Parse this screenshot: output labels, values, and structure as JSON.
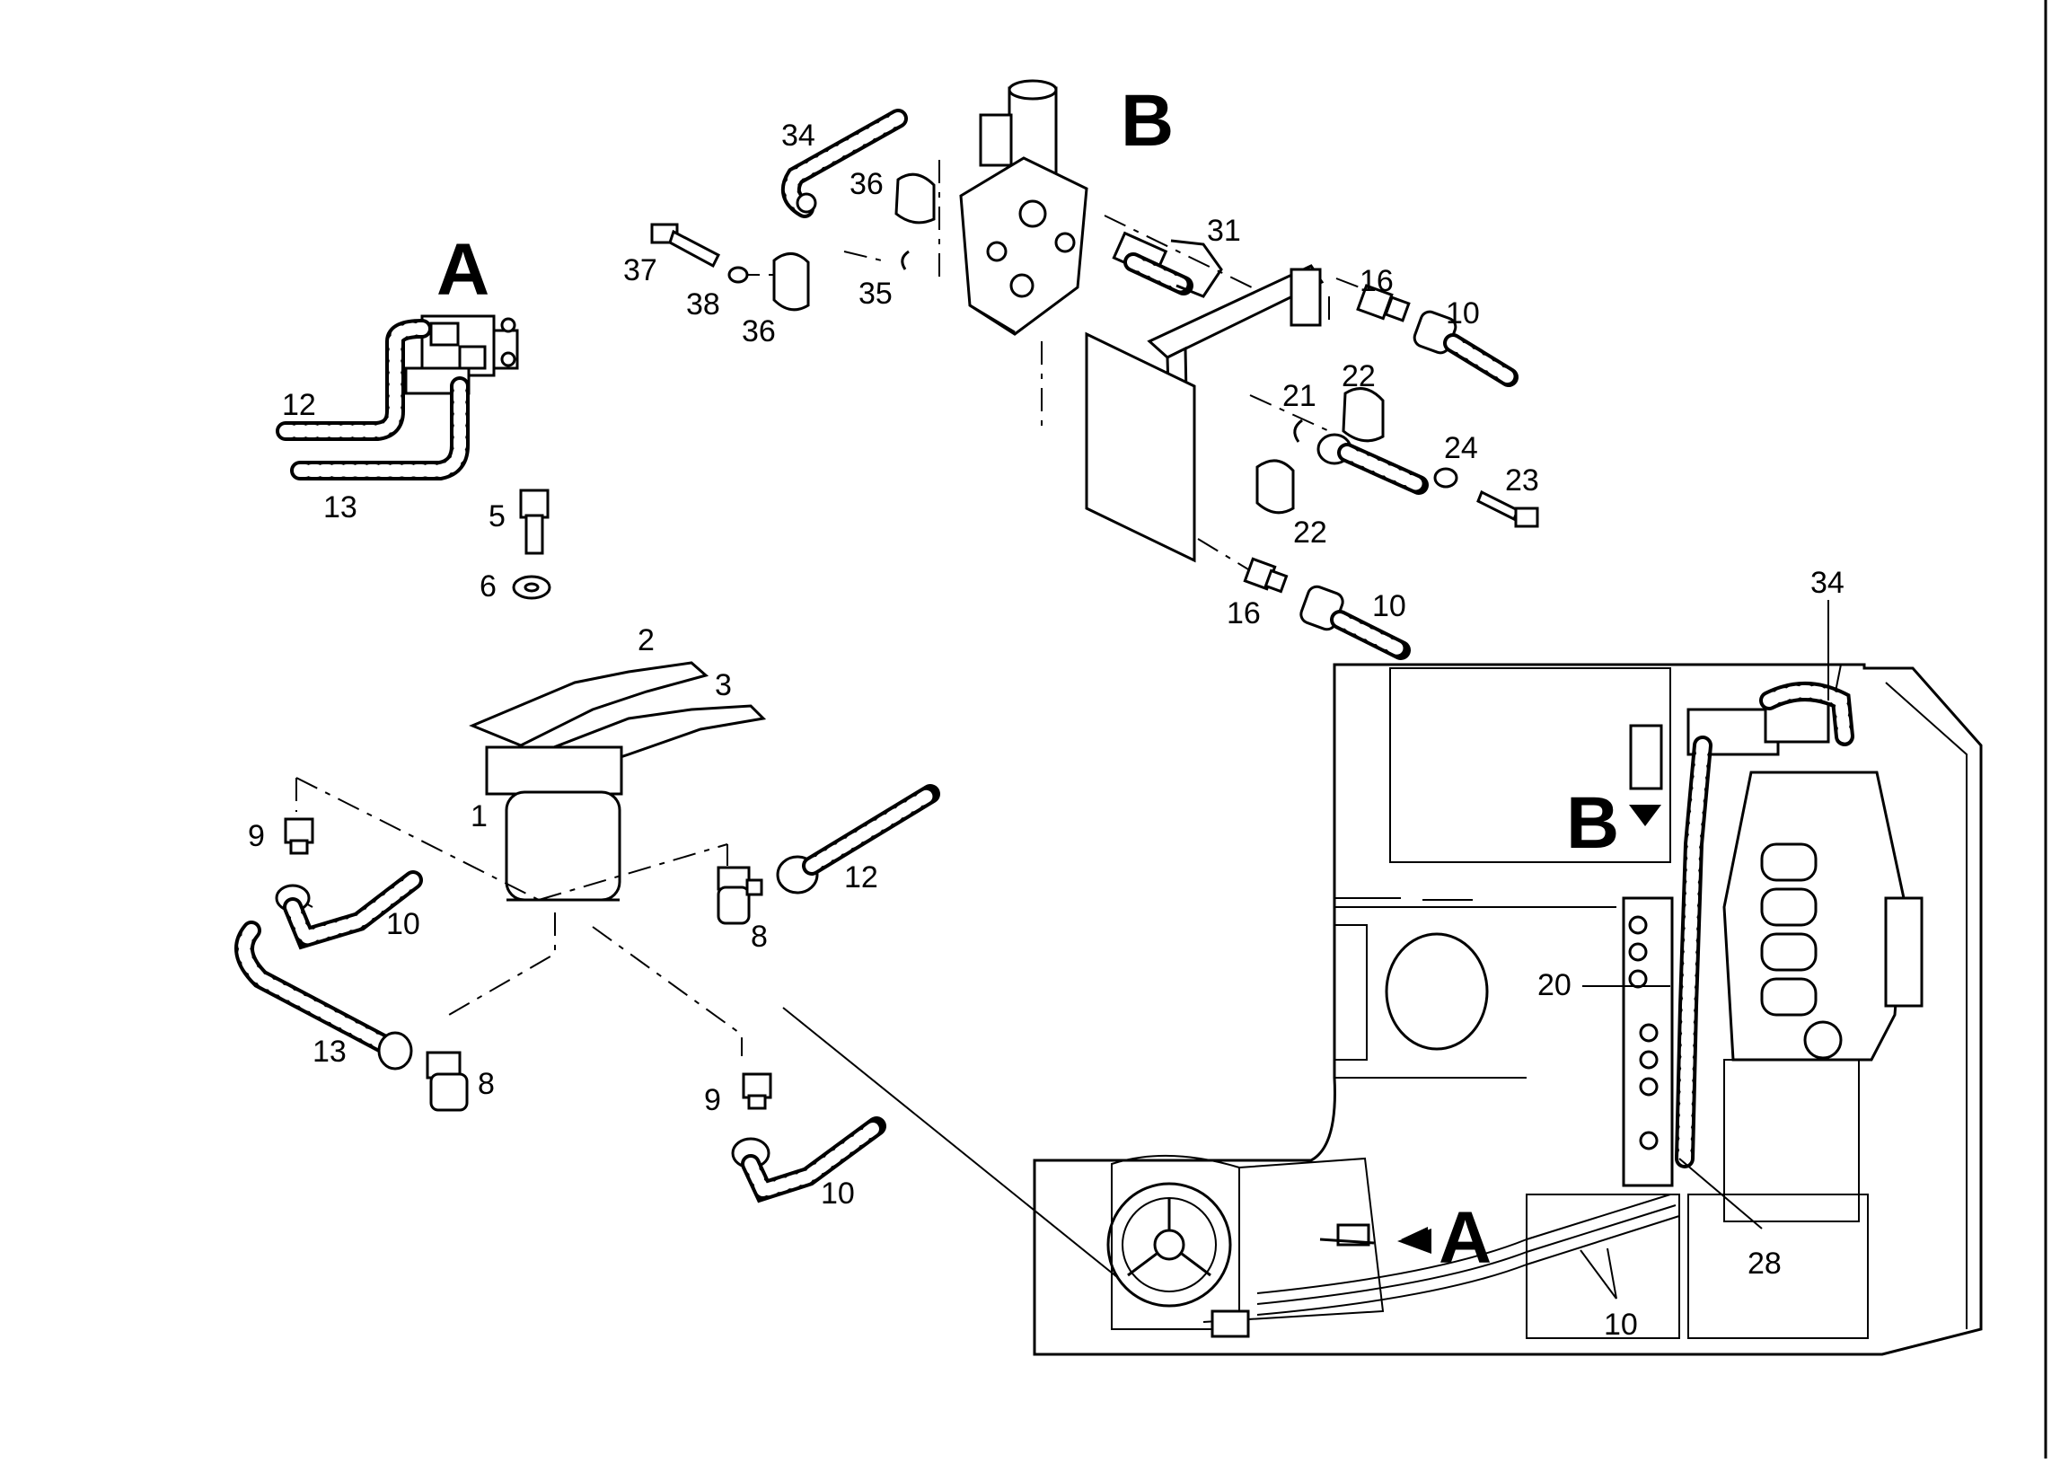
{
  "view_labels": {
    "a_large": "A",
    "b_large": "B",
    "a_marker": "A",
    "b_marker": "B"
  },
  "callouts": {
    "c1": "1",
    "c2": "2",
    "c3": "3",
    "c5": "5",
    "c6": "6",
    "c8a": "8",
    "c8b": "8",
    "c9a": "9",
    "c9b": "9",
    "c10a": "10",
    "c10b": "10",
    "c10c": "10",
    "c10d": "10",
    "c10e": "10",
    "c12a": "12",
    "c12b": "12",
    "c13a": "13",
    "c13b": "13",
    "c16a": "16",
    "c16b": "16",
    "c20": "20",
    "c21": "21",
    "c22a": "22",
    "c22b": "22",
    "c23": "23",
    "c24": "24",
    "c28": "28",
    "c31": "31",
    "c34a": "34",
    "c34b": "34",
    "c35": "35",
    "c36a": "36",
    "c36b": "36",
    "c37": "37",
    "c38": "38"
  }
}
